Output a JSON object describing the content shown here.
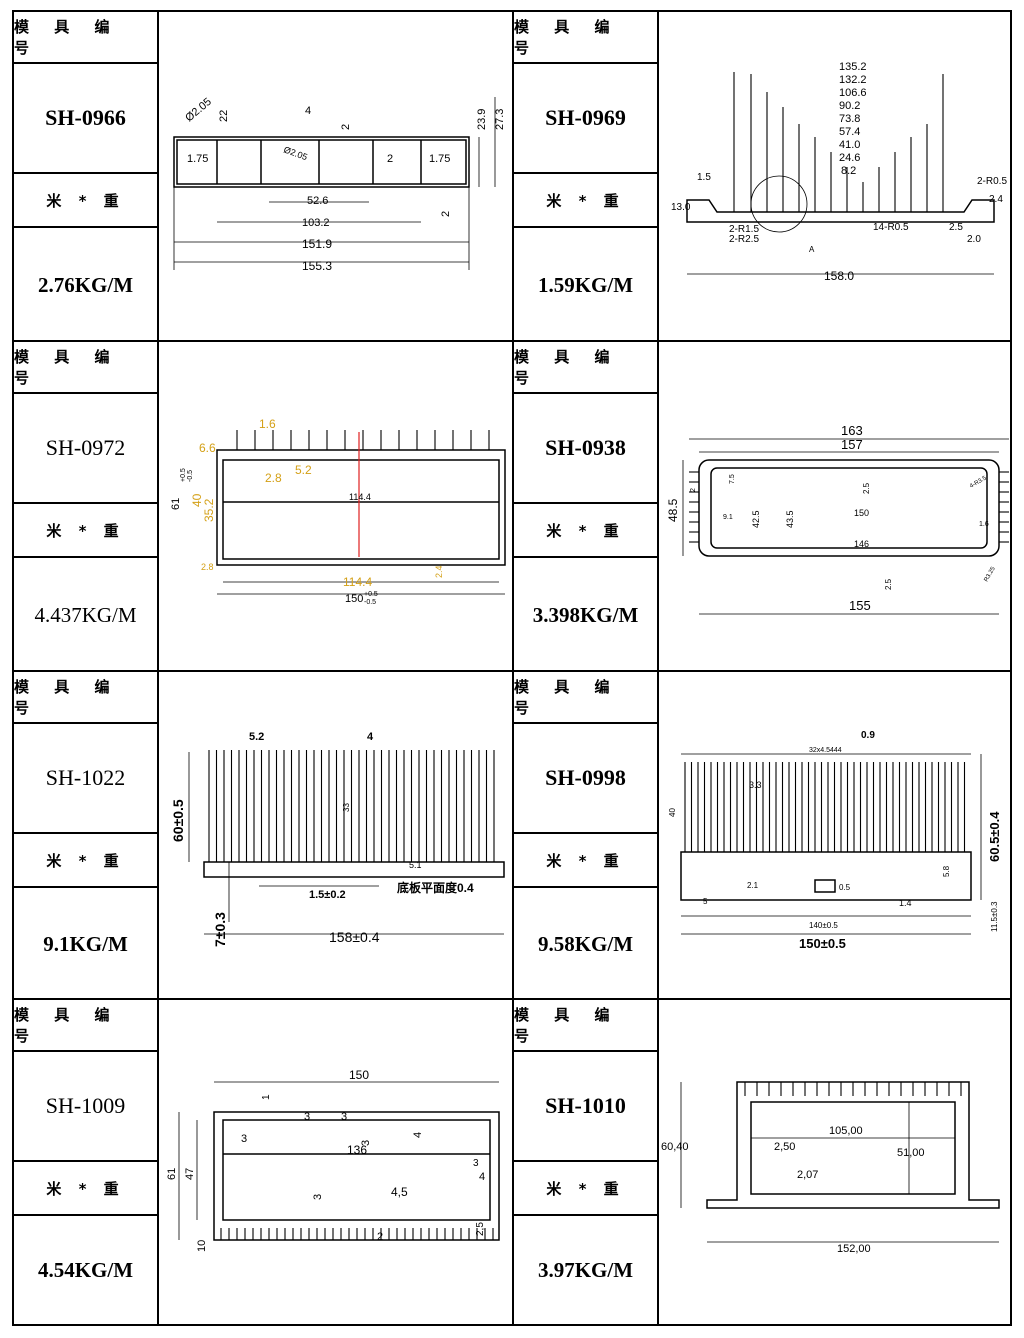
{
  "header_label": "模 具 编 号",
  "weight_label": "米 * 重",
  "profiles": [
    {
      "code": "SH-0966",
      "weight": "2.76KG/M",
      "dims": [
        "Ø2.05",
        "22",
        "4",
        "2",
        "23.9",
        "27.3",
        "Ø2.05",
        "1.75",
        "2",
        "1.75",
        "52.6",
        "2",
        "103.2",
        "151.9",
        "155.3"
      ]
    },
    {
      "code": "SH-0969",
      "weight": "1.59KG/M",
      "dims": [
        "135.2",
        "132.2",
        "106.6",
        "90.2",
        "73.8",
        "57.4",
        "41.0",
        "24.6",
        "8.2",
        "1.5",
        "13.0",
        "2-R1.5",
        "2-R2.5",
        "A",
        "14-R0.5",
        "2.5",
        "2-R0.5",
        "2.4",
        "2.0",
        "158.0"
      ]
    },
    {
      "code": "SH-0972",
      "weight": "4.437KG/M",
      "dims": [
        "1.6",
        "6.6",
        "2.8",
        "5.2",
        "61",
        "+0.5",
        "-0.5",
        "40",
        "35.2",
        "114.4",
        "2.8",
        "2.4",
        "114.4",
        "150",
        "+0.5",
        "-0.5"
      ]
    },
    {
      "code": "SH-0938",
      "weight": "3.398KG/M",
      "dims": [
        "163",
        "157",
        "48.5",
        "7.5",
        "2",
        "2.5",
        "4-R3.5",
        "9.1",
        "42.5",
        "43.5",
        "150",
        "1.6",
        "146",
        "2.5",
        "R3.25",
        "155"
      ]
    },
    {
      "code": "SH-1022",
      "weight": "9.1KG/M",
      "dims": [
        "5.2",
        "4",
        "60±0.5",
        "33",
        "5.1",
        "1.5±0.2",
        "底板平面度0.4",
        "7±0.3",
        "158±0.4"
      ]
    },
    {
      "code": "SH-0998",
      "weight": "9.58KG/M",
      "dims": [
        "0.9",
        "32x4.5444",
        "3.3",
        "40",
        "60.5±0.4",
        "5",
        "2.1",
        "0.5",
        "1.4",
        "5.8",
        "11.5±0.3",
        "140±0.5",
        "150±0.5"
      ]
    },
    {
      "code": "SH-1009",
      "weight": "4.54KG/M",
      "dims": [
        "150",
        "1",
        "3",
        "3",
        "3",
        "4",
        "136",
        "3",
        "3",
        "4",
        "61",
        "47",
        "4,5",
        "3",
        "2",
        "2,5",
        "10"
      ]
    },
    {
      "code": "SH-1010",
      "weight": "3.97KG/M",
      "dims": [
        "105,00",
        "2,50",
        "51,00",
        "60,40",
        "2,07",
        "152,00"
      ]
    }
  ],
  "colors": {
    "line": "#000000",
    "highlight": "#d4a017",
    "center_line": "#e02020"
  }
}
